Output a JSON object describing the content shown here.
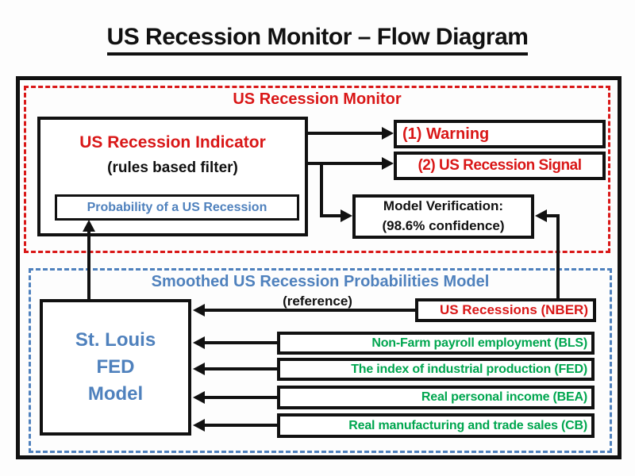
{
  "page_title": "US Recession Monitor – Flow Diagram",
  "colors": {
    "red": "#d91717",
    "blue": "#4f81bd",
    "green": "#00a64f",
    "black": "#111111"
  },
  "monitor_section": {
    "label": "US Recession Monitor",
    "indicator": {
      "title": "US Recession Indicator",
      "subtitle": "(rules based filter)",
      "probability_label": "Probability of a US Recession"
    },
    "outputs": [
      {
        "label": "(1) Warning"
      },
      {
        "label": "(2) US Recession Signal"
      }
    ],
    "verification": {
      "line1": "Model Verification:",
      "line2": "(98.6% confidence)"
    }
  },
  "model_section": {
    "label": "Smoothed US Recession Probabilities Model",
    "reference_label": "(reference)",
    "model_box": {
      "line1": "St. Louis",
      "line2": "FED",
      "line3": "Model"
    },
    "nber_label": "US Recessions (NBER)",
    "inputs": [
      "Non-Farm payroll employment (BLS)",
      "The index of industrial production (FED)",
      "Real personal income (BEA)",
      "Real manufacturing and trade sales (CB)"
    ]
  }
}
